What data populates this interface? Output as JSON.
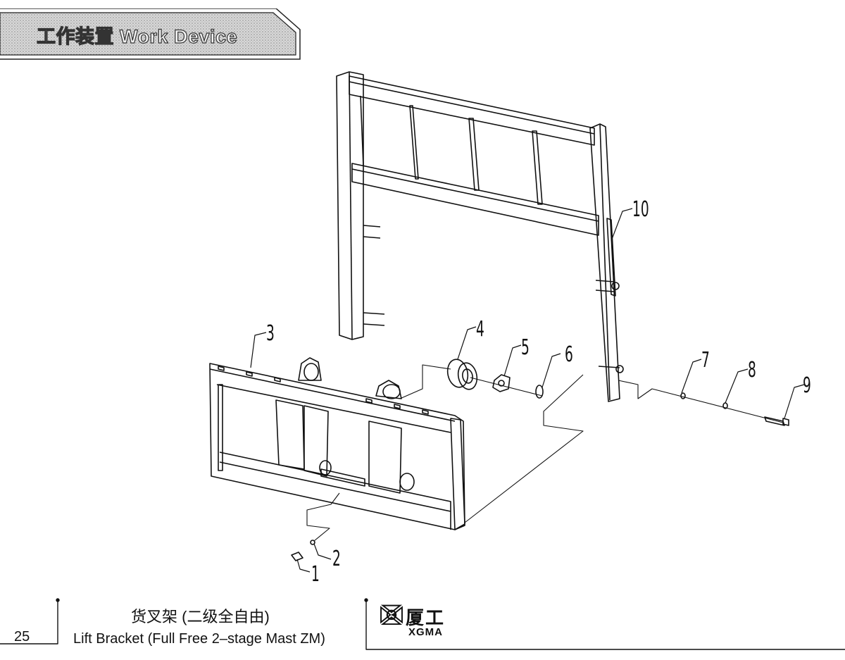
{
  "header": {
    "section_title": "工作装置 Work Device"
  },
  "callouts": [
    "1",
    "2",
    "3",
    "4",
    "5",
    "6",
    "7",
    "8",
    "9",
    "10"
  ],
  "footer": {
    "page_number": "25",
    "title_cn": "货叉架 (二级全自由)",
    "title_en": "Lift Bracket (Full Free 2–stage Mast ZM)"
  },
  "logo": {
    "name_cn": "厦工",
    "name_en": "XGMA",
    "icon": "xgma-logo-icon"
  }
}
